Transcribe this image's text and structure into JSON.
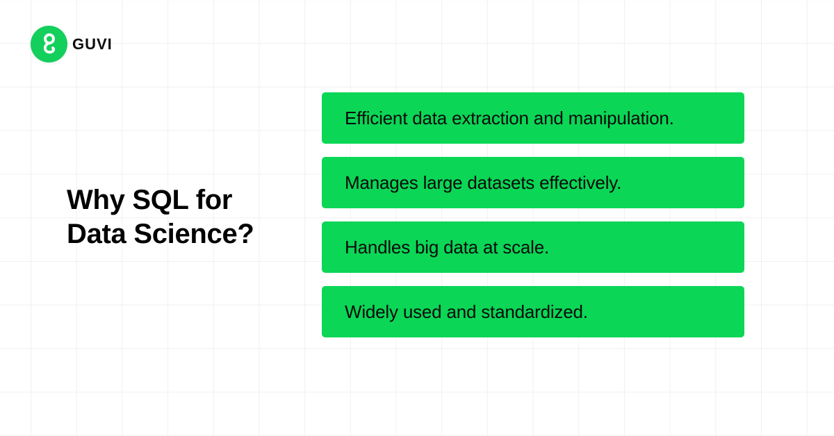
{
  "brand": {
    "name": "GUVI",
    "logo_icon": "guvi-g-icon",
    "color": "#13cf5b"
  },
  "heading": {
    "line1": "Why SQL for",
    "line2": "Data Science?"
  },
  "reasons": [
    {
      "text": "Efficient data extraction and manipulation."
    },
    {
      "text": "Manages large datasets effectively."
    },
    {
      "text": "Handles big data at scale."
    },
    {
      "text": "Widely used and standardized."
    }
  ],
  "colors": {
    "card_background": "#0bd656",
    "card_text": "#0a0a0a",
    "heading_text": "#000000",
    "grid_line": "#f0f0f0",
    "background": "#ffffff"
  }
}
